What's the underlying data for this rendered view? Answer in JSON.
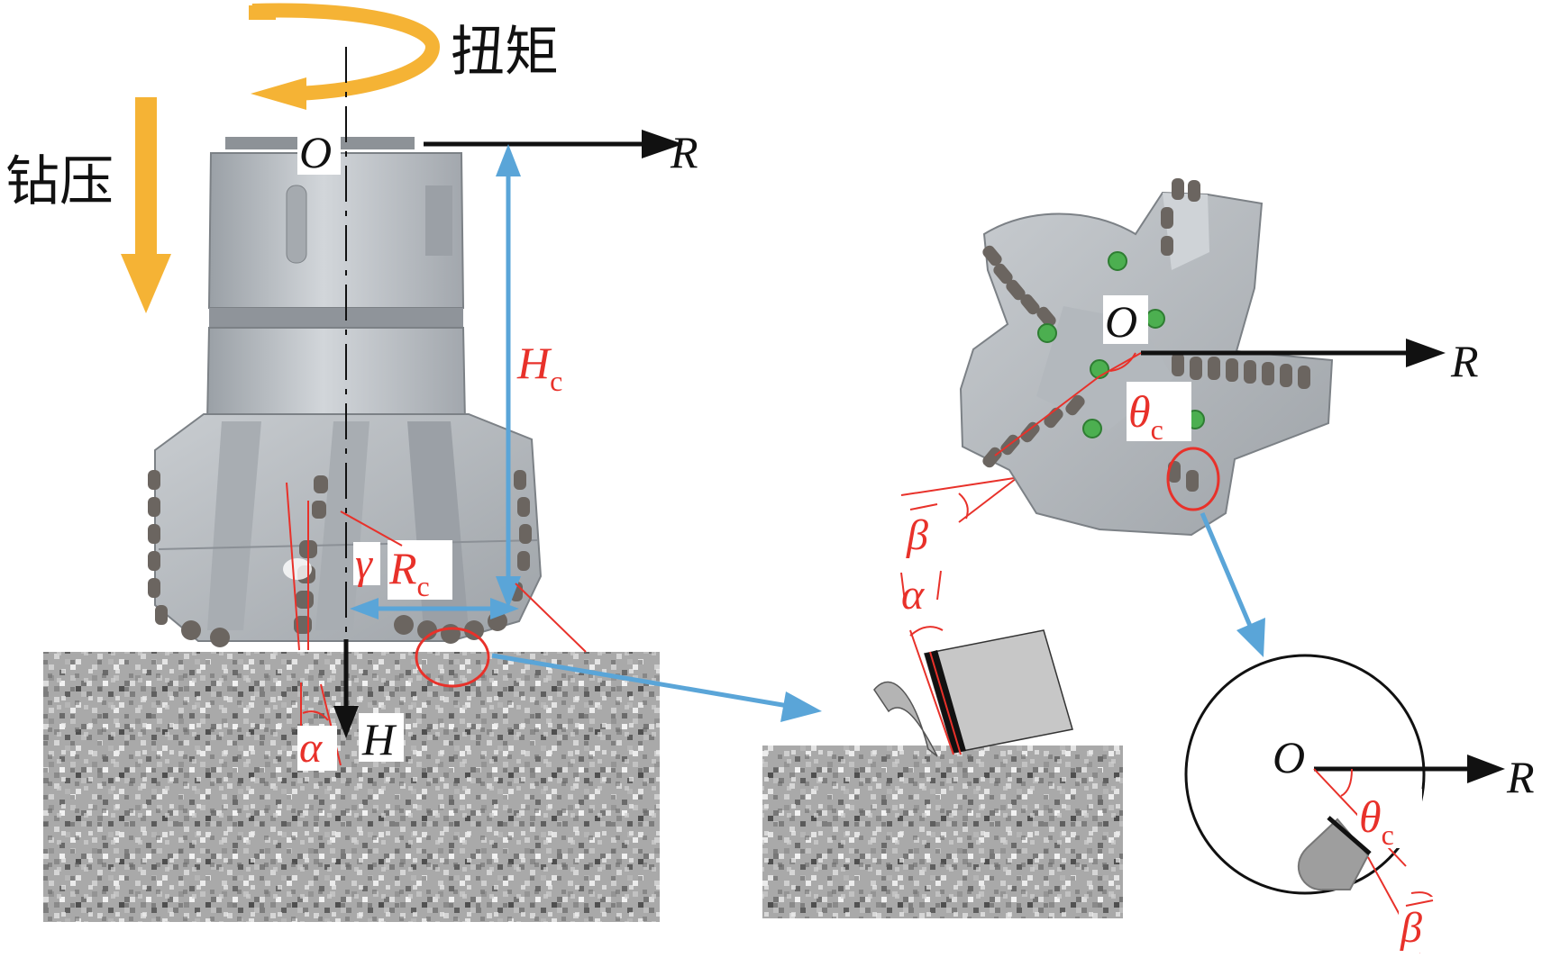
{
  "labels": {
    "torque": "扭矩",
    "weight_on_bit": "钻压",
    "origin": "O",
    "radial_axis": "R",
    "axial_axis": "H",
    "height_symbol": "H",
    "radius_symbol": "R",
    "angle_symbol": "θ",
    "subscript_c": "c",
    "alpha": "α",
    "beta": "β",
    "gamma": "γ"
  },
  "colors": {
    "load_arrow": "#f5b335",
    "dimension_arrow": "#5aa5d8",
    "annotation_red": "#e8312a",
    "axis_black": "#111111",
    "bit_body": "#b9bec4",
    "bit_dark": "#8b9096",
    "cutter": "#6b6560",
    "nozzle_green": "#4caf50",
    "rock": "#9a9a9a"
  }
}
